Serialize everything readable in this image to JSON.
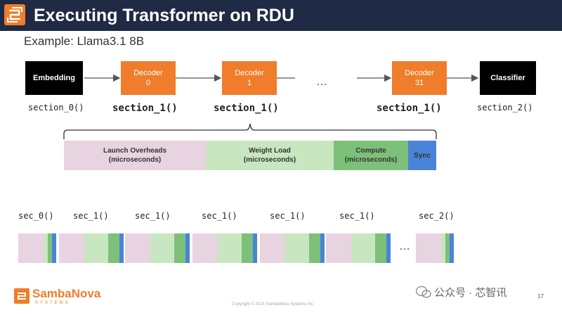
{
  "header": {
    "title": "Executing Transformer on RDU"
  },
  "subtitle": "Example: Llama3.1 8B",
  "pipeline": [
    {
      "line1": "Embedding",
      "line2": "",
      "call": "section_0()",
      "style": "dark"
    },
    {
      "line1": "Decoder",
      "line2": "0",
      "call": "section_1()",
      "style": "orange"
    },
    {
      "line1": "Decoder",
      "line2": "1",
      "call": "section_1()",
      "style": "orange"
    },
    {
      "line1": "Decoder",
      "line2": "31",
      "call": "section_1()",
      "style": "orange"
    },
    {
      "line1": "Classifier",
      "line2": "",
      "call": "section_2()",
      "style": "dark"
    }
  ],
  "ellipsis": "…",
  "breakdown": [
    {
      "line1": "Launch Overheads",
      "line2": "(microseconds)",
      "color": "#e8d3e0"
    },
    {
      "line1": "Weight Load",
      "line2": "(microseconds)",
      "color": "#c8e6bf"
    },
    {
      "line1": "Compute",
      "line2": "(microseconds)",
      "color": "#7dc07a"
    },
    {
      "line1": "Sync",
      "line2": "",
      "color": "#4a84d8"
    }
  ],
  "timeline_labels": [
    "sec_0()",
    "sec_1()",
    "sec_1()",
    "sec_1()",
    "sec_1()",
    "sec_1()",
    "sec_2()"
  ],
  "footer": {
    "brand": "SambaNova",
    "brand_sub": "SYSTEMS",
    "copyright": "Copyright © 2024 SambaNova Systems Inc.",
    "page_number": "17",
    "watermark": "公众号 · 芯智讯"
  }
}
